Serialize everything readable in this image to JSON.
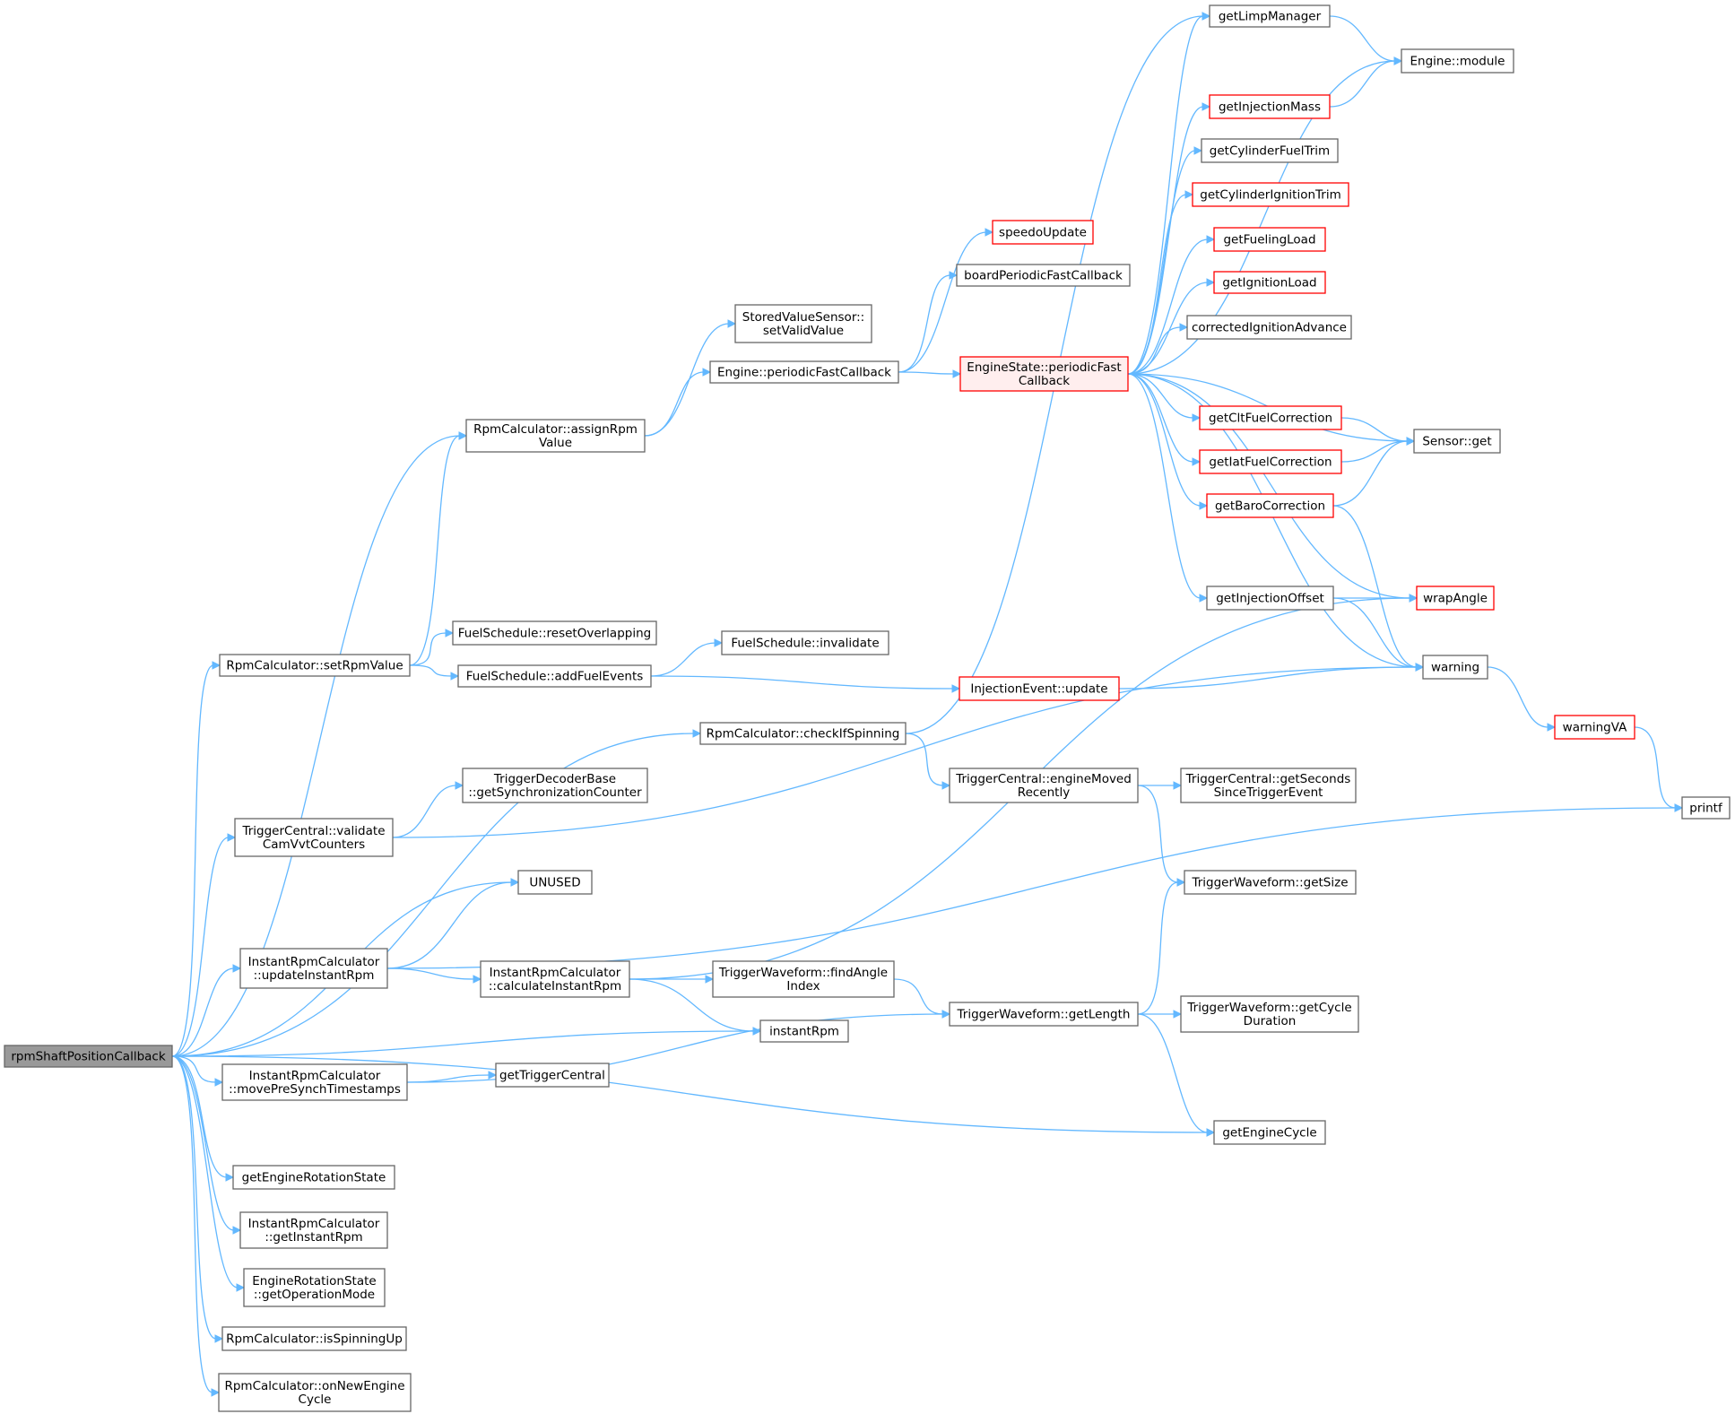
{
  "colors": {
    "edge": "#63b8ff",
    "node_border": "#666666",
    "node_border_incomplete": "#ff0000",
    "root_fill": "#999999",
    "highlight_fill": "#ffeeee"
  },
  "nodes": [
    {
      "id": "rpmShaftPositionCallback",
      "lines": [
        "rpmShaftPositionCallback"
      ],
      "style": "root"
    },
    {
      "id": "RpmCalculator_assignRpmValue",
      "lines": [
        "RpmCalculator::assignRpm",
        "Value"
      ],
      "style": "normal"
    },
    {
      "id": "RpmCalculator_setRpmValue",
      "lines": [
        "RpmCalculator::setRpmValue"
      ],
      "style": "normal"
    },
    {
      "id": "StoredValueSensor_setValidValue",
      "lines": [
        "StoredValueSensor::",
        "setValidValue"
      ],
      "style": "normal"
    },
    {
      "id": "Engine_periodicFastCallback",
      "lines": [
        "Engine::periodicFastCallback"
      ],
      "style": "normal"
    },
    {
      "id": "speedoUpdate",
      "lines": [
        "speedoUpdate"
      ],
      "style": "red"
    },
    {
      "id": "boardPeriodicFastCallback",
      "lines": [
        "boardPeriodicFastCallback"
      ],
      "style": "normal"
    },
    {
      "id": "EngineState_periodicFastCallback",
      "lines": [
        "EngineState::periodicFast",
        "Callback"
      ],
      "style": "redfill"
    },
    {
      "id": "getLimpManager",
      "lines": [
        "getLimpManager"
      ],
      "style": "normal"
    },
    {
      "id": "Engine_module",
      "lines": [
        "Engine::module"
      ],
      "style": "normal"
    },
    {
      "id": "getInjectionMass",
      "lines": [
        "getInjectionMass"
      ],
      "style": "red"
    },
    {
      "id": "getCylinderFuelTrim",
      "lines": [
        "getCylinderFuelTrim"
      ],
      "style": "normal"
    },
    {
      "id": "getCylinderIgnitionTrim",
      "lines": [
        "getCylinderIgnitionTrim"
      ],
      "style": "red"
    },
    {
      "id": "getFuelingLoad",
      "lines": [
        "getFuelingLoad"
      ],
      "style": "red"
    },
    {
      "id": "getIgnitionLoad",
      "lines": [
        "getIgnitionLoad"
      ],
      "style": "red"
    },
    {
      "id": "correctedIgnitionAdvance",
      "lines": [
        "correctedIgnitionAdvance"
      ],
      "style": "normal"
    },
    {
      "id": "getCltFuelCorrection",
      "lines": [
        "getCltFuelCorrection"
      ],
      "style": "red"
    },
    {
      "id": "getIatFuelCorrection",
      "lines": [
        "getIatFuelCorrection"
      ],
      "style": "red"
    },
    {
      "id": "getBaroCorrection",
      "lines": [
        "getBaroCorrection"
      ],
      "style": "red"
    },
    {
      "id": "Sensor_get",
      "lines": [
        "Sensor::get"
      ],
      "style": "normal"
    },
    {
      "id": "getInjectionOffset",
      "lines": [
        "getInjectionOffset"
      ],
      "style": "normal"
    },
    {
      "id": "wrapAngle",
      "lines": [
        "wrapAngle"
      ],
      "style": "red"
    },
    {
      "id": "warning",
      "lines": [
        "warning"
      ],
      "style": "normal"
    },
    {
      "id": "warningVA",
      "lines": [
        "warningVA"
      ],
      "style": "red"
    },
    {
      "id": "printf",
      "lines": [
        "printf"
      ],
      "style": "normal"
    },
    {
      "id": "FuelSchedule_resetOverlapping",
      "lines": [
        "FuelSchedule::resetOverlapping"
      ],
      "style": "normal"
    },
    {
      "id": "FuelSchedule_addFuelEvents",
      "lines": [
        "FuelSchedule::addFuelEvents"
      ],
      "style": "normal"
    },
    {
      "id": "FuelSchedule_invalidate",
      "lines": [
        "FuelSchedule::invalidate"
      ],
      "style": "normal"
    },
    {
      "id": "InjectionEvent_update",
      "lines": [
        "InjectionEvent::update"
      ],
      "style": "red"
    },
    {
      "id": "RpmCalculator_checkIfSpinning",
      "lines": [
        "RpmCalculator::checkIfSpinning"
      ],
      "style": "normal"
    },
    {
      "id": "TriggerCentral_engineMovedRecently",
      "lines": [
        "TriggerCentral::engineMoved",
        "Recently"
      ],
      "style": "normal"
    },
    {
      "id": "TriggerCentral_getSecondsSinceTriggerEvent",
      "lines": [
        "TriggerCentral::getSeconds",
        "SinceTriggerEvent"
      ],
      "style": "normal"
    },
    {
      "id": "TriggerDecoderBase_getSynchronizationCounter",
      "lines": [
        "TriggerDecoderBase",
        "::getSynchronizationCounter"
      ],
      "style": "normal"
    },
    {
      "id": "TriggerCentral_validateCamVvtCounters",
      "lines": [
        "TriggerCentral::validate",
        "CamVvtCounters"
      ],
      "style": "normal"
    },
    {
      "id": "UNUSED",
      "lines": [
        "UNUSED"
      ],
      "style": "normal"
    },
    {
      "id": "TriggerWaveform_getSize",
      "lines": [
        "TriggerWaveform::getSize"
      ],
      "style": "normal"
    },
    {
      "id": "InstantRpmCalculator_updateInstantRpm",
      "lines": [
        "InstantRpmCalculator",
        "::updateInstantRpm"
      ],
      "style": "normal"
    },
    {
      "id": "InstantRpmCalculator_calculateInstantRpm",
      "lines": [
        "InstantRpmCalculator",
        "::calculateInstantRpm"
      ],
      "style": "normal"
    },
    {
      "id": "TriggerWaveform_findAngleIndex",
      "lines": [
        "TriggerWaveform::findAngle",
        "Index"
      ],
      "style": "normal"
    },
    {
      "id": "TriggerWaveform_getLength",
      "lines": [
        "TriggerWaveform::getLength"
      ],
      "style": "normal"
    },
    {
      "id": "TriggerWaveform_getCycleDuration",
      "lines": [
        "TriggerWaveform::getCycle",
        "Duration"
      ],
      "style": "normal"
    },
    {
      "id": "instantRpm",
      "lines": [
        "instantRpm"
      ],
      "style": "normal"
    },
    {
      "id": "InstantRpmCalculator_movePreSynchTimestamps",
      "lines": [
        "InstantRpmCalculator",
        "::movePreSynchTimestamps"
      ],
      "style": "normal"
    },
    {
      "id": "getTriggerCentral",
      "lines": [
        "getTriggerCentral"
      ],
      "style": "normal"
    },
    {
      "id": "getEngineCycle",
      "lines": [
        "getEngineCycle"
      ],
      "style": "normal"
    },
    {
      "id": "getEngineRotationState",
      "lines": [
        "getEngineRotationState"
      ],
      "style": "normal"
    },
    {
      "id": "InstantRpmCalculator_getInstantRpm",
      "lines": [
        "InstantRpmCalculator",
        "::getInstantRpm"
      ],
      "style": "normal"
    },
    {
      "id": "EngineRotationState_getOperationMode",
      "lines": [
        "EngineRotationState",
        "::getOperationMode"
      ],
      "style": "normal"
    },
    {
      "id": "RpmCalculator_isSpinningUp",
      "lines": [
        "RpmCalculator::isSpinningUp"
      ],
      "style": "normal"
    },
    {
      "id": "RpmCalculator_onNewEngineCycle",
      "lines": [
        "RpmCalculator::onNewEngine",
        "Cycle"
      ],
      "style": "normal"
    }
  ],
  "edges": [
    [
      "rpmShaftPositionCallback",
      "RpmCalculator_assignRpmValue"
    ],
    [
      "rpmShaftPositionCallback",
      "RpmCalculator_setRpmValue"
    ],
    [
      "rpmShaftPositionCallback",
      "RpmCalculator_checkIfSpinning"
    ],
    [
      "rpmShaftPositionCallback",
      "TriggerCentral_validateCamVvtCounters"
    ],
    [
      "rpmShaftPositionCallback",
      "UNUSED"
    ],
    [
      "rpmShaftPositionCallback",
      "InstantRpmCalculator_updateInstantRpm"
    ],
    [
      "rpmShaftPositionCallback",
      "instantRpm"
    ],
    [
      "rpmShaftPositionCallback",
      "InstantRpmCalculator_movePreSynchTimestamps"
    ],
    [
      "rpmShaftPositionCallback",
      "getEngineCycle"
    ],
    [
      "rpmShaftPositionCallback",
      "getEngineRotationState"
    ],
    [
      "rpmShaftPositionCallback",
      "InstantRpmCalculator_getInstantRpm"
    ],
    [
      "rpmShaftPositionCallback",
      "EngineRotationState_getOperationMode"
    ],
    [
      "rpmShaftPositionCallback",
      "RpmCalculator_isSpinningUp"
    ],
    [
      "rpmShaftPositionCallback",
      "RpmCalculator_onNewEngineCycle"
    ],
    [
      "RpmCalculator_assignRpmValue",
      "StoredValueSensor_setValidValue"
    ],
    [
      "RpmCalculator_assignRpmValue",
      "Engine_periodicFastCallback"
    ],
    [
      "RpmCalculator_setRpmValue",
      "RpmCalculator_assignRpmValue"
    ],
    [
      "RpmCalculator_setRpmValue",
      "FuelSchedule_resetOverlapping"
    ],
    [
      "RpmCalculator_setRpmValue",
      "FuelSchedule_addFuelEvents"
    ],
    [
      "Engine_periodicFastCallback",
      "speedoUpdate"
    ],
    [
      "Engine_periodicFastCallback",
      "boardPeriodicFastCallback"
    ],
    [
      "Engine_periodicFastCallback",
      "EngineState_periodicFastCallback"
    ],
    [
      "EngineState_periodicFastCallback",
      "getLimpManager"
    ],
    [
      "EngineState_periodicFastCallback",
      "Engine_module"
    ],
    [
      "EngineState_periodicFastCallback",
      "getInjectionMass"
    ],
    [
      "EngineState_periodicFastCallback",
      "getCylinderFuelTrim"
    ],
    [
      "EngineState_periodicFastCallback",
      "getCylinderIgnitionTrim"
    ],
    [
      "EngineState_periodicFastCallback",
      "getFuelingLoad"
    ],
    [
      "EngineState_periodicFastCallback",
      "getIgnitionLoad"
    ],
    [
      "EngineState_periodicFastCallback",
      "correctedIgnitionAdvance"
    ],
    [
      "EngineState_periodicFastCallback",
      "Sensor_get"
    ],
    [
      "EngineState_periodicFastCallback",
      "getCltFuelCorrection"
    ],
    [
      "EngineState_periodicFastCallback",
      "getIatFuelCorrection"
    ],
    [
      "EngineState_periodicFastCallback",
      "getBaroCorrection"
    ],
    [
      "EngineState_periodicFastCallback",
      "wrapAngle"
    ],
    [
      "EngineState_periodicFastCallback",
      "getInjectionOffset"
    ],
    [
      "EngineState_periodicFastCallback",
      "warning"
    ],
    [
      "getLimpManager",
      "Engine_module"
    ],
    [
      "getInjectionMass",
      "Engine_module"
    ],
    [
      "getCltFuelCorrection",
      "Sensor_get"
    ],
    [
      "getIatFuelCorrection",
      "Sensor_get"
    ],
    [
      "getBaroCorrection",
      "Sensor_get"
    ],
    [
      "getBaroCorrection",
      "warning"
    ],
    [
      "getInjectionOffset",
      "wrapAngle"
    ],
    [
      "getInjectionOffset",
      "warning"
    ],
    [
      "warning",
      "warningVA"
    ],
    [
      "warningVA",
      "printf"
    ],
    [
      "FuelSchedule_addFuelEvents",
      "FuelSchedule_invalidate"
    ],
    [
      "FuelSchedule_addFuelEvents",
      "InjectionEvent_update"
    ],
    [
      "InjectionEvent_update",
      "warning"
    ],
    [
      "RpmCalculator_checkIfSpinning",
      "getLimpManager"
    ],
    [
      "RpmCalculator_checkIfSpinning",
      "TriggerCentral_engineMovedRecently"
    ],
    [
      "TriggerCentral_engineMovedRecently",
      "TriggerCentral_getSecondsSinceTriggerEvent"
    ],
    [
      "TriggerCentral_engineMovedRecently",
      "TriggerWaveform_getSize"
    ],
    [
      "TriggerCentral_validateCamVvtCounters",
      "TriggerDecoderBase_getSynchronizationCounter"
    ],
    [
      "TriggerCentral_validateCamVvtCounters",
      "warning"
    ],
    [
      "InstantRpmCalculator_updateInstantRpm",
      "UNUSED"
    ],
    [
      "InstantRpmCalculator_updateInstantRpm",
      "printf"
    ],
    [
      "InstantRpmCalculator_updateInstantRpm",
      "InstantRpmCalculator_calculateInstantRpm"
    ],
    [
      "InstantRpmCalculator_calculateInstantRpm",
      "wrapAngle"
    ],
    [
      "InstantRpmCalculator_calculateInstantRpm",
      "TriggerWaveform_findAngleIndex"
    ],
    [
      "InstantRpmCalculator_calculateInstantRpm",
      "instantRpm"
    ],
    [
      "TriggerWaveform_findAngleIndex",
      "TriggerWaveform_getLength"
    ],
    [
      "TriggerWaveform_getLength",
      "TriggerWaveform_getSize"
    ],
    [
      "TriggerWaveform_getLength",
      "TriggerWaveform_getCycleDuration"
    ],
    [
      "TriggerWaveform_getLength",
      "getEngineCycle"
    ],
    [
      "InstantRpmCalculator_movePreSynchTimestamps",
      "getTriggerCentral"
    ],
    [
      "InstantRpmCalculator_movePreSynchTimestamps",
      "TriggerWaveform_getLength"
    ]
  ]
}
